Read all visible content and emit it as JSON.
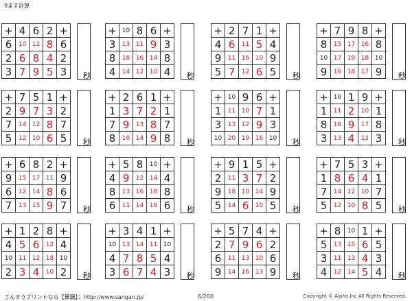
{
  "header": {
    "title": "9ます計算"
  },
  "footer": {
    "site": "さんすうプリントなら【算願】：http://www.sangan.jp/",
    "page": "6/200",
    "copyright": "Copyright © Alpha,Inc All Rights Reserved."
  },
  "seconds_label": "秒",
  "red_color": "#d11a2a",
  "puzzles": [
    {
      "top": [
        "4",
        "6",
        "2"
      ],
      "rows": [
        {
          "left": "6",
          "cells": [
            "10",
            "12",
            "8"
          ],
          "right": "6"
        },
        {
          "left": "2",
          "cells": [
            "6",
            "8",
            "4"
          ],
          "right": "2"
        },
        {
          "left": "3",
          "cells": [
            "7",
            "9",
            "5"
          ],
          "right": "3"
        }
      ]
    },
    {
      "top": [
        "10",
        "8",
        "6"
      ],
      "rows": [
        {
          "left": "3",
          "cells": [
            "13",
            "11",
            "9"
          ],
          "right": "3"
        },
        {
          "left": "8",
          "cells": [
            "18",
            "16",
            "14"
          ],
          "right": "8"
        },
        {
          "left": "4",
          "cells": [
            "14",
            "12",
            "10"
          ],
          "right": "4"
        }
      ]
    },
    {
      "top": [
        "2",
        "7",
        "1"
      ],
      "rows": [
        {
          "left": "4",
          "cells": [
            "6",
            "11",
            "5"
          ],
          "right": "4"
        },
        {
          "left": "9",
          "cells": [
            "11",
            "16",
            "10"
          ],
          "right": "9"
        },
        {
          "left": "5",
          "cells": [
            "7",
            "12",
            "6"
          ],
          "right": "5"
        }
      ]
    },
    {
      "top": [
        "7",
        "9",
        "8"
      ],
      "rows": [
        {
          "left": "8",
          "cells": [
            "15",
            "17",
            "16"
          ],
          "right": "8"
        },
        {
          "left": "10",
          "cells": [
            "17",
            "19",
            "18"
          ],
          "right": "10"
        },
        {
          "left": "9",
          "cells": [
            "16",
            "18",
            "17"
          ],
          "right": "9"
        }
      ]
    },
    {
      "top": [
        "7",
        "5",
        "1"
      ],
      "rows": [
        {
          "left": "2",
          "cells": [
            "9",
            "7",
            "3"
          ],
          "right": "2"
        },
        {
          "left": "7",
          "cells": [
            "14",
            "12",
            "8"
          ],
          "right": "7"
        },
        {
          "left": "5",
          "cells": [
            "12",
            "10",
            "6"
          ],
          "right": "5"
        }
      ]
    },
    {
      "top": [
        "2",
        "6",
        "1"
      ],
      "rows": [
        {
          "left": "1",
          "cells": [
            "3",
            "7",
            "2"
          ],
          "right": "1"
        },
        {
          "left": "7",
          "cells": [
            "9",
            "13",
            "8"
          ],
          "right": "7"
        },
        {
          "left": "8",
          "cells": [
            "10",
            "14",
            "9"
          ],
          "right": "8"
        }
      ]
    },
    {
      "top": [
        "10",
        "9",
        "6"
      ],
      "rows": [
        {
          "left": "1",
          "cells": [
            "11",
            "10",
            "7"
          ],
          "right": "1"
        },
        {
          "left": "3",
          "cells": [
            "13",
            "12",
            "9"
          ],
          "right": "3"
        },
        {
          "left": "10",
          "cells": [
            "20",
            "19",
            "16"
          ],
          "right": "10"
        }
      ]
    },
    {
      "top": [
        "10",
        "1",
        "9"
      ],
      "rows": [
        {
          "left": "1",
          "cells": [
            "11",
            "2",
            "10"
          ],
          "right": "1"
        },
        {
          "left": "8",
          "cells": [
            "18",
            "9",
            "17"
          ],
          "right": "8"
        },
        {
          "left": "3",
          "cells": [
            "13",
            "4",
            "12"
          ],
          "right": "3"
        }
      ]
    },
    {
      "top": [
        "6",
        "8",
        "2"
      ],
      "rows": [
        {
          "left": "9",
          "cells": [
            "15",
            "17",
            "11"
          ],
          "right": "9"
        },
        {
          "left": "6",
          "cells": [
            "12",
            "14",
            "8"
          ],
          "right": "6"
        },
        {
          "left": "7",
          "cells": [
            "13",
            "15",
            "9"
          ],
          "right": "7"
        }
      ]
    },
    {
      "top": [
        "5",
        "8",
        "10"
      ],
      "rows": [
        {
          "left": "4",
          "cells": [
            "9",
            "12",
            "14"
          ],
          "right": "4"
        },
        {
          "left": "8",
          "cells": [
            "13",
            "16",
            "18"
          ],
          "right": "8"
        },
        {
          "left": "6",
          "cells": [
            "11",
            "14",
            "16"
          ],
          "right": "6"
        }
      ]
    },
    {
      "top": [
        "9",
        "1",
        "5"
      ],
      "rows": [
        {
          "left": "2",
          "cells": [
            "11",
            "3",
            "7"
          ],
          "right": "2"
        },
        {
          "left": "9",
          "cells": [
            "18",
            "10",
            "14"
          ],
          "right": "9"
        },
        {
          "left": "5",
          "cells": [
            "14",
            "6",
            "10"
          ],
          "right": "5"
        }
      ]
    },
    {
      "top": [
        "7",
        "5",
        "3"
      ],
      "rows": [
        {
          "left": "1",
          "cells": [
            "8",
            "6",
            "4"
          ],
          "right": "1"
        },
        {
          "left": "7",
          "cells": [
            "14",
            "12",
            "10"
          ],
          "right": "7"
        },
        {
          "left": "5",
          "cells": [
            "12",
            "10",
            "8"
          ],
          "right": "5"
        }
      ]
    },
    {
      "top": [
        "1",
        "2",
        "8"
      ],
      "rows": [
        {
          "left": "4",
          "cells": [
            "5",
            "6",
            "12"
          ],
          "right": "4"
        },
        {
          "left": "10",
          "cells": [
            "11",
            "12",
            "18"
          ],
          "right": "10"
        },
        {
          "left": "2",
          "cells": [
            "3",
            "4",
            "10"
          ],
          "right": "2"
        }
      ]
    },
    {
      "top": [
        "3",
        "4",
        "1"
      ],
      "rows": [
        {
          "left": "10",
          "cells": [
            "13",
            "14",
            "11"
          ],
          "right": "10"
        },
        {
          "left": "4",
          "cells": [
            "7",
            "8",
            "5"
          ],
          "right": "4"
        },
        {
          "left": "3",
          "cells": [
            "6",
            "7",
            "4"
          ],
          "right": "3"
        }
      ]
    },
    {
      "top": [
        "5",
        "7",
        "4"
      ],
      "rows": [
        {
          "left": "2",
          "cells": [
            "7",
            "9",
            "6"
          ],
          "right": "2"
        },
        {
          "left": "6",
          "cells": [
            "11",
            "13",
            "10"
          ],
          "right": "6"
        },
        {
          "left": "9",
          "cells": [
            "14",
            "16",
            "13"
          ],
          "right": "9"
        }
      ]
    },
    {
      "top": [
        "8",
        "10",
        "1"
      ],
      "rows": [
        {
          "left": "5",
          "cells": [
            "13",
            "15",
            "6"
          ],
          "right": "5"
        },
        {
          "left": "3",
          "cells": [
            "11",
            "13",
            "4"
          ],
          "right": "3"
        },
        {
          "left": "4",
          "cells": [
            "12",
            "14",
            "5"
          ],
          "right": "4"
        }
      ]
    }
  ],
  "plus_sign": "+"
}
